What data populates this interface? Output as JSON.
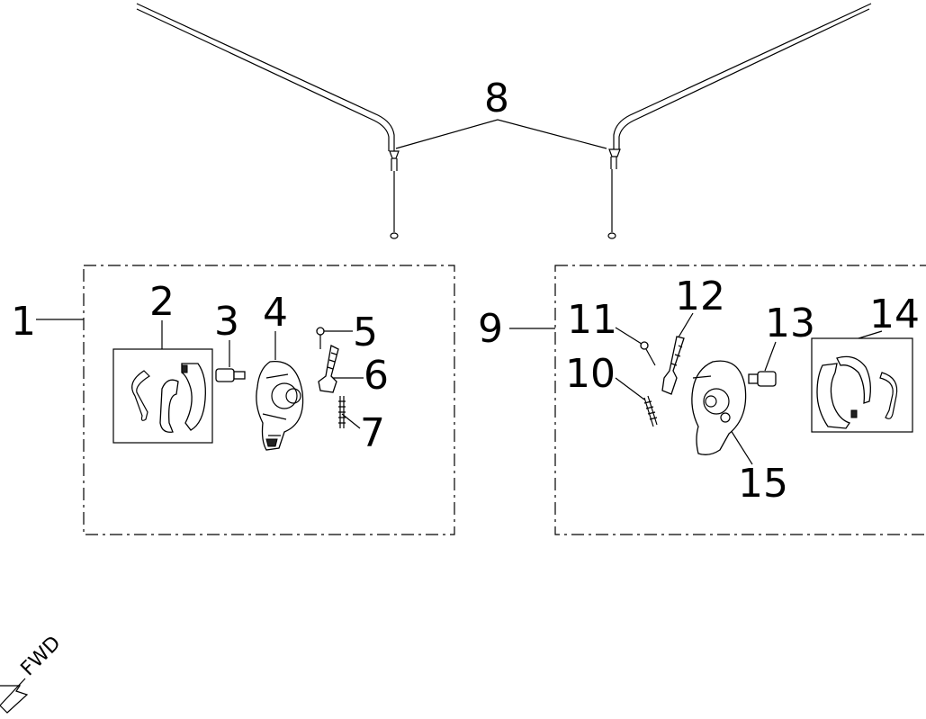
{
  "callouts": {
    "c1": "1",
    "c2": "2",
    "c3": "3",
    "c4": "4",
    "c5": "5",
    "c6": "6",
    "c7": "7",
    "c8": "8",
    "c9": "9",
    "c10": "10",
    "c11": "11",
    "c12": "12",
    "c13": "13",
    "c14": "14",
    "c15": "15"
  },
  "direction": {
    "label": "FWD"
  }
}
